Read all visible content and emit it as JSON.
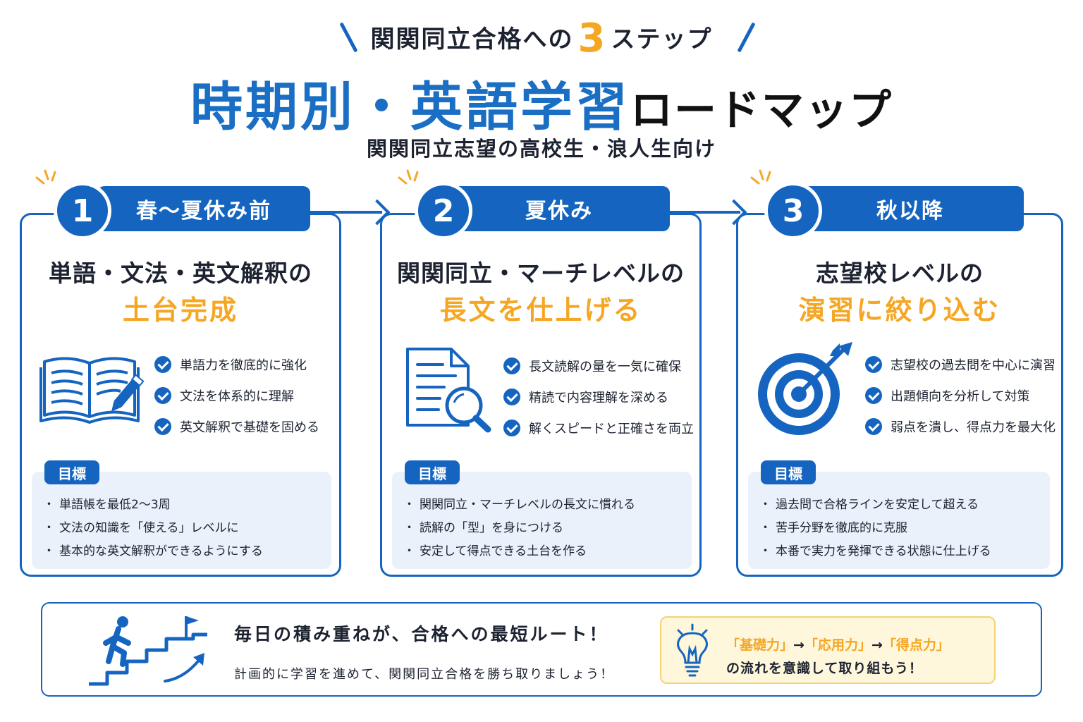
{
  "header": {
    "eyebrow_pre": "関関同立合格への",
    "eyebrow_num": "3",
    "eyebrow_post": "ステップ",
    "title_blue": "時期別・英語学習",
    "title_dark": "ロードマップ",
    "subtitle": "関関同立志望の高校生・浪人生向け"
  },
  "colors": {
    "primary": "#1565c0",
    "accent": "#f5a623",
    "goal_bg": "#eaf1fa",
    "tip_bg": "#fff7dc"
  },
  "steps": [
    {
      "num": "1",
      "period": "春〜夏休み前",
      "heading": "単語・文法・英文解釈の",
      "highlight": "土台完成",
      "icon": "open-book-pencil-icon",
      "checks": [
        "単語力を徹底的に強化",
        "文法を体系的に理解",
        "英文解釈で基礎を固める"
      ],
      "goal_label": "目標",
      "goals": [
        "単語帳を最低2〜3周",
        "文法の知識を「使える」レベルに",
        "基本的な英文解釈ができるようにする"
      ]
    },
    {
      "num": "2",
      "period": "夏休み",
      "heading": "関関同立・マーチレベルの",
      "highlight": "長文を仕上げる",
      "icon": "document-magnifier-icon",
      "checks": [
        "長文読解の量を一気に確保",
        "精読で内容理解を深める",
        "解くスピードと正確さを両立"
      ],
      "goal_label": "目標",
      "goals": [
        "関関同立・マーチレベルの長文に慣れる",
        "読解の「型」を身につける",
        "安定して得点できる土台を作る"
      ]
    },
    {
      "num": "3",
      "period": "秋以降",
      "heading": "志望校レベルの",
      "highlight": "演習に絞り込む",
      "icon": "target-arrow-icon",
      "checks": [
        "志望校の過去問を中心に演習",
        "出題傾向を分析して対策",
        "弱点を潰し、得点力を最大化"
      ],
      "goal_label": "目標",
      "goals": [
        "過去問で合格ラインを安定して超える",
        "苦手分野を徹底的に克服",
        "本番で実力を発揮できる状態に仕上げる"
      ]
    }
  ],
  "footer": {
    "icon": "stairs-climber-flag-icon",
    "main": "毎日の積み重ねが、合格への最短ルート！",
    "sub": "計画的に学習を進めて、関関同立合格を勝ち取りましょう！",
    "tip_icon": "lightbulb-icon",
    "tip_k1": "「基礎力」",
    "tip_k2": "「応用力」",
    "tip_k3": "「得点力」",
    "tip_arrow": "→",
    "tip_line2": "の流れを意識して取り組もう！"
  }
}
